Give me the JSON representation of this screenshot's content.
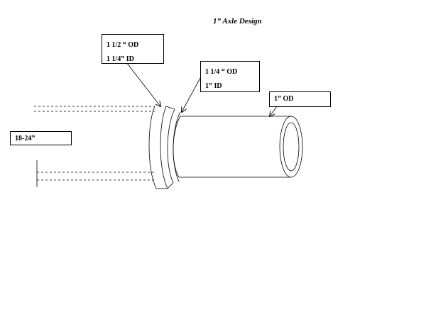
{
  "diagram": {
    "title": "1” Axle Design",
    "outer_tube": {
      "od_label": "1 1/2 “ OD",
      "id_label": "1 1/4” ID"
    },
    "inner_tube": {
      "od_label": "1 1/4 “ OD",
      "id_label": "1” ID"
    },
    "axle": {
      "od_label": "1” OD"
    },
    "length_label": "18-24”"
  }
}
